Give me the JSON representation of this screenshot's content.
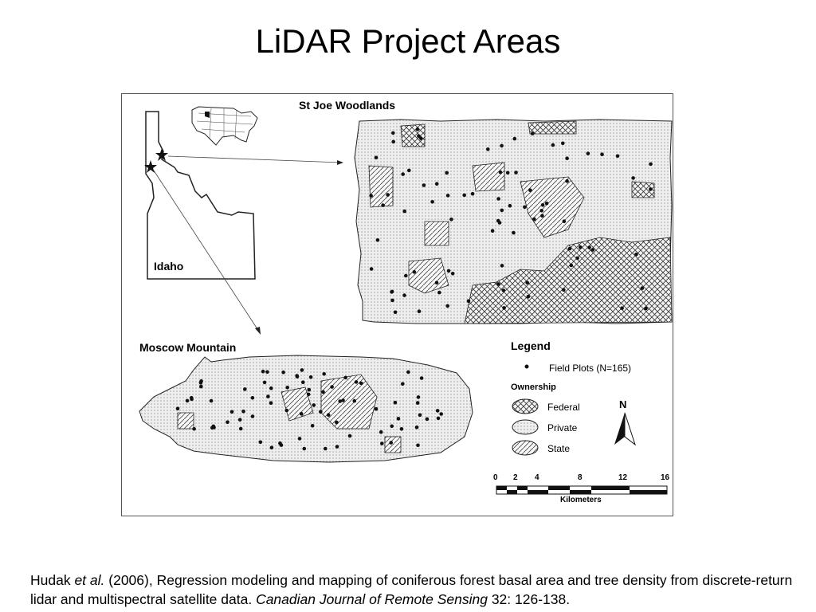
{
  "title": "LiDAR Project Areas",
  "labels": {
    "st_joe": "St Joe Woodlands",
    "moscow": "Moscow Mountain",
    "idaho": "Idaho"
  },
  "legend": {
    "heading": "Legend",
    "plots": "Field Plots (N=165)",
    "ownership": "Ownership",
    "federal": "Federal",
    "private": "Private",
    "state": "State"
  },
  "north": "N",
  "scale": {
    "ticks": [
      "0",
      "2",
      "4",
      "8",
      "12",
      "16"
    ],
    "unit": "Kilometers"
  },
  "citation": {
    "author": "Hudak ",
    "etal": "et al.",
    "body": " (2006), Regression modeling and mapping of coniferous forest basal area and tree density from discrete-return lidar and multispectral satellite data. ",
    "journal": "Canadian Journal of Remote Sensing",
    "volume": " 32: 126-138."
  },
  "colors": {
    "fill_private": "#e6e6e6",
    "outline": "#222222"
  }
}
